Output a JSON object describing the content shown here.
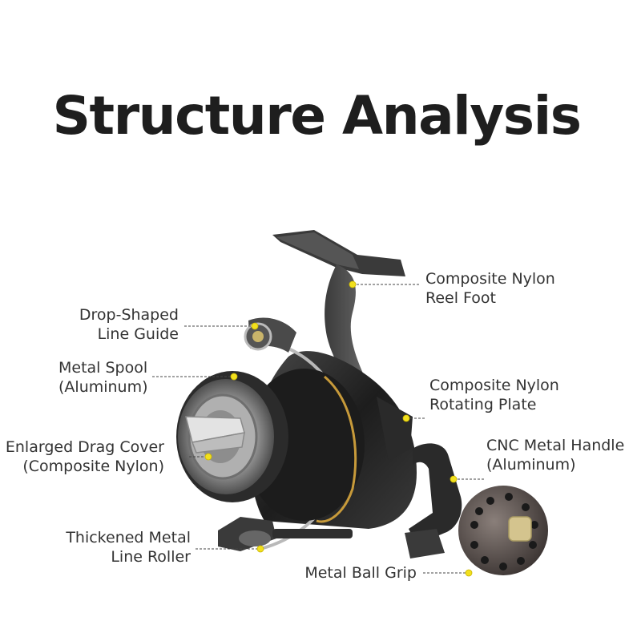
{
  "title": "Structure Analysis",
  "accent_color": "#f2e01e",
  "callouts": [
    {
      "id": "reel-foot",
      "lines": [
        "Composite Nylon",
        "Reel Foot"
      ]
    },
    {
      "id": "line-guide",
      "lines": [
        "Drop-Shaped",
        "Line Guide"
      ]
    },
    {
      "id": "spool",
      "lines": [
        "Metal Spool",
        "(Aluminum)"
      ]
    },
    {
      "id": "rotating-plate",
      "lines": [
        "Composite Nylon",
        "Rotating Plate"
      ]
    },
    {
      "id": "drag-cover",
      "lines": [
        "Enlarged Drag Cover",
        "(Composite Nylon)"
      ]
    },
    {
      "id": "handle",
      "lines": [
        "CNC Metal Handle",
        "(Aluminum)"
      ]
    },
    {
      "id": "line-roller",
      "lines": [
        "Thickened Metal",
        "Line Roller"
      ]
    },
    {
      "id": "ball-grip",
      "lines": [
        "Metal Ball Grip"
      ]
    }
  ]
}
